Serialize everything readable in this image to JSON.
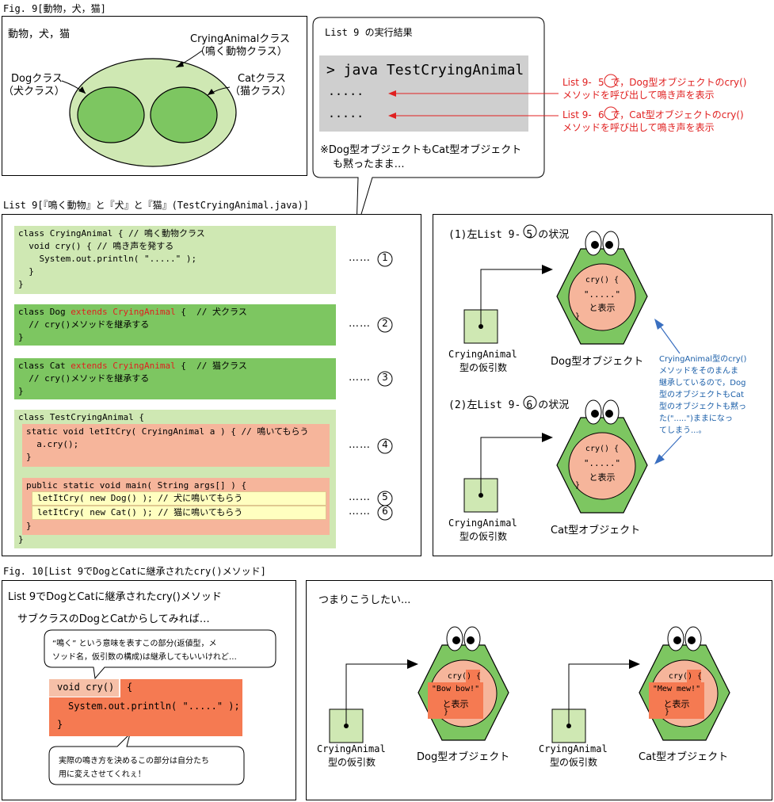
{
  "fig9": {
    "title": "Fig. 9[動物，犬，猫]",
    "panel_label": "動物，犬，猫",
    "crying_label1": "CryingAnimalクラス",
    "crying_label2": "（鳴く動物クラス）",
    "dog_label1": "Dogクラス",
    "dog_label2": "（犬クラス）",
    "cat_label1": "Catクラス",
    "cat_label2": "（猫クラス）"
  },
  "result": {
    "title": "List 9 の実行結果",
    "terminal_cmd": "> java TestCryingAnimal",
    "terminal_dots1": ".....",
    "terminal_dots2": ".....",
    "note1": "※Dog型オブジェクトもCat型オブジェクト",
    "note2": "も黙ったまま…",
    "anno1_prefix": "List 9-",
    "anno1_circle": "5",
    "anno1_suffix": "で，Dog型オブジェクトのcry()",
    "anno1_line2": "メソッドを呼び出して鳴き声を表示",
    "anno2_prefix": "List 9-",
    "anno2_circle": "6",
    "anno2_suffix": "で，Cat型オブジェクトのcry()",
    "anno2_line2": "メソッドを呼び出して鳴き声を表示"
  },
  "list9": {
    "title": "List 9[『鳴く動物』と『犬』と『猫』(TestCryingAnimal.java)]",
    "block1": [
      "class CryingAnimal { // 鳴く動物クラス",
      "  void cry() { // 鳴き声を発する",
      "    System.out.println( \".....\" );",
      "  }",
      "}"
    ],
    "block2_l1_a": "class Dog ",
    "block2_l1_b": "extends CryingAnimal",
    "block2_l1_c": " {  // 犬クラス",
    "block2_rest": [
      "  // cry()メソッドを継承する",
      "}"
    ],
    "block3_l1_a": "class Cat ",
    "block3_l1_b": "extends CryingAnimal",
    "block3_l1_c": " {  // 猫クラス",
    "block3_rest": [
      "  // cry()メソッドを継承する",
      "}"
    ],
    "block4_head": "class TestCryingAnimal {",
    "block4_inner": [
      "static void letItCry( CryingAnimal a ) { // 鳴いてもらう",
      "  a.cry();",
      "}"
    ],
    "block4_main_head": "public static void main( String args[] ) {",
    "block4_main_l1": "letItCry( new Dog() ); // 犬に鳴いてもらう",
    "block4_main_l2": "letItCry( new Cat() ); // 猫に鳴いてもらう",
    "block4_main_close": "}",
    "block4_close": "}",
    "marker_dots": "……",
    "markers": [
      "1",
      "2",
      "3",
      "4",
      "5",
      "6"
    ]
  },
  "situation": {
    "s1_prefix": "(1)左List 9-",
    "s1_circle": "5",
    "s1_suffix": "の状況",
    "s2_prefix": "(2)左List 9-",
    "s2_circle": "6",
    "s2_suffix": "の状況",
    "obj_line1": "cry() {",
    "obj_line2": "\".....\"",
    "obj_line3": "と表示",
    "obj_line4": "}",
    "var_label1": "CryingAnimal",
    "var_label2": "型の仮引数",
    "dog_obj": "Dog型オブジェクト",
    "cat_obj": "Cat型オブジェクト",
    "blue_note": [
      "CryingAnimal型のcry()",
      "メソッドをそのまんま",
      "継承しているので，Dog",
      "型のオブジェクトもCat",
      "型のオブジェクトも黙っ",
      "た(\".....\")ままになっ",
      "てしまう...。"
    ]
  },
  "fig10": {
    "title": "Fig. 10[List 9でDogとCatに継承されたcry()メソッド]",
    "panel_title": "List 9でDogとCatに継承されたcry()メソッド",
    "subtitle": "サブクラスのDogとCatからしてみれば…",
    "bubble1_l1": "“鳴く” という意味を表すこの部分(返値型，メ",
    "bubble1_l2": "ソッド名，仮引数の構成)は継承してもいいけれど…",
    "code_head": "void cry()",
    "code_brace": "{",
    "code_body": "System.out.println( \".....\" );",
    "code_close": "}",
    "bubble2_l1": "実際の鳴き方を決めるこの部分は自分たち",
    "bubble2_l2": "用に変えさせてくれぇ！",
    "right_title": "つまりこうしたい...",
    "dog_line2": "\"Bow bow!\"",
    "cat_line2": "\"Mew mew!\"",
    "obj_line1": "cry() {",
    "obj_line3": "と表示",
    "obj_line4": "}",
    "var_label1": "CryingAnimal",
    "var_label2": "型の仮引数",
    "dog_obj": "Dog型オブジェクト",
    "cat_obj": "Cat型オブジェクト"
  }
}
